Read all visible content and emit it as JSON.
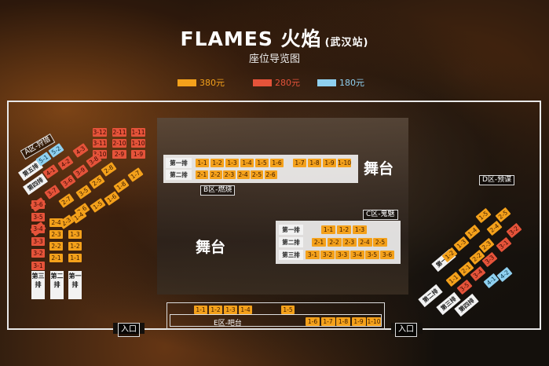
{
  "title": "FLAMES 火焰",
  "title_sub": "(武汉站)",
  "subtitle": "座位导览图",
  "legend": [
    {
      "label": "380元",
      "color": "#f4a11b"
    },
    {
      "label": "280元",
      "color": "#e5533a"
    },
    {
      "label": "180元",
      "color": "#8fd0f0"
    }
  ],
  "stage_label": "舞台",
  "zones": {
    "a": "A区-狩猎",
    "b": "B区-燃烧",
    "c": "C区-鬼魅",
    "d": "D区-预谋",
    "e": "E区-吧台"
  },
  "entrance": "入口",
  "row_labels": {
    "r1": "第一排",
    "r2": "第二排",
    "r3": "第三排",
    "r4": "第四排",
    "r5": "第五排"
  },
  "b_zone": {
    "row1": [
      "1-1",
      "1-2",
      "1-3",
      "1-4",
      "1-5",
      "1-6",
      "1-7",
      "1-8",
      "1-9",
      "1-10"
    ],
    "row2": [
      "2-1",
      "2-2",
      "2-3",
      "2-4",
      "2-5",
      "2-6"
    ]
  },
  "c_zone": {
    "row1": [
      "1-1",
      "1-2",
      "1-3"
    ],
    "row2": [
      "2-1",
      "2-2",
      "2-3",
      "2-4",
      "2-5"
    ],
    "row3": [
      "3-1",
      "3-2",
      "3-3",
      "3-4",
      "3-5",
      "3-6"
    ]
  },
  "e_zone": {
    "top": [
      "1-1",
      "1-2",
      "1-3",
      "1-4",
      "1-5"
    ],
    "bottom": [
      "1-6",
      "1-7",
      "1-8",
      "1-9",
      "1-10"
    ]
  },
  "a_zone": {
    "bar_col1": [
      "3-12",
      "3-11",
      "3-10"
    ],
    "bar_col2": [
      "2-11",
      "2-10",
      "2-9"
    ],
    "bar_col3": [
      "1-11",
      "1-10",
      "1-9"
    ],
    "diag": [
      "5-1",
      "5-2",
      "4-1",
      "4-2",
      "4-3",
      "3-9",
      "3-8",
      "3-7",
      "3-6",
      "3-5",
      "2-8",
      "2-7",
      "2-6",
      "2-5",
      "1-8",
      "1-7",
      "1-6",
      "1-5",
      "1-4",
      "3-4",
      "2-3",
      "3-3"
    ],
    "left_col3": [
      "3-6",
      "3-5",
      "3-4",
      "3-3",
      "3-2",
      "3-1"
    ],
    "left_col2": [
      "2-4",
      "2-3",
      "2-2",
      "2-1"
    ],
    "left_col1": [
      "1-3",
      "1-2",
      "1-1"
    ]
  },
  "d_zone": [
    "2-5",
    "1-5",
    "2-4",
    "1-4",
    "2-3",
    "1-3",
    "2-2",
    "1-2",
    "3-2",
    "3-1",
    "3-3",
    "3-4",
    "3-5",
    "4-1",
    "4-2",
    "2-1",
    "1-1"
  ]
}
